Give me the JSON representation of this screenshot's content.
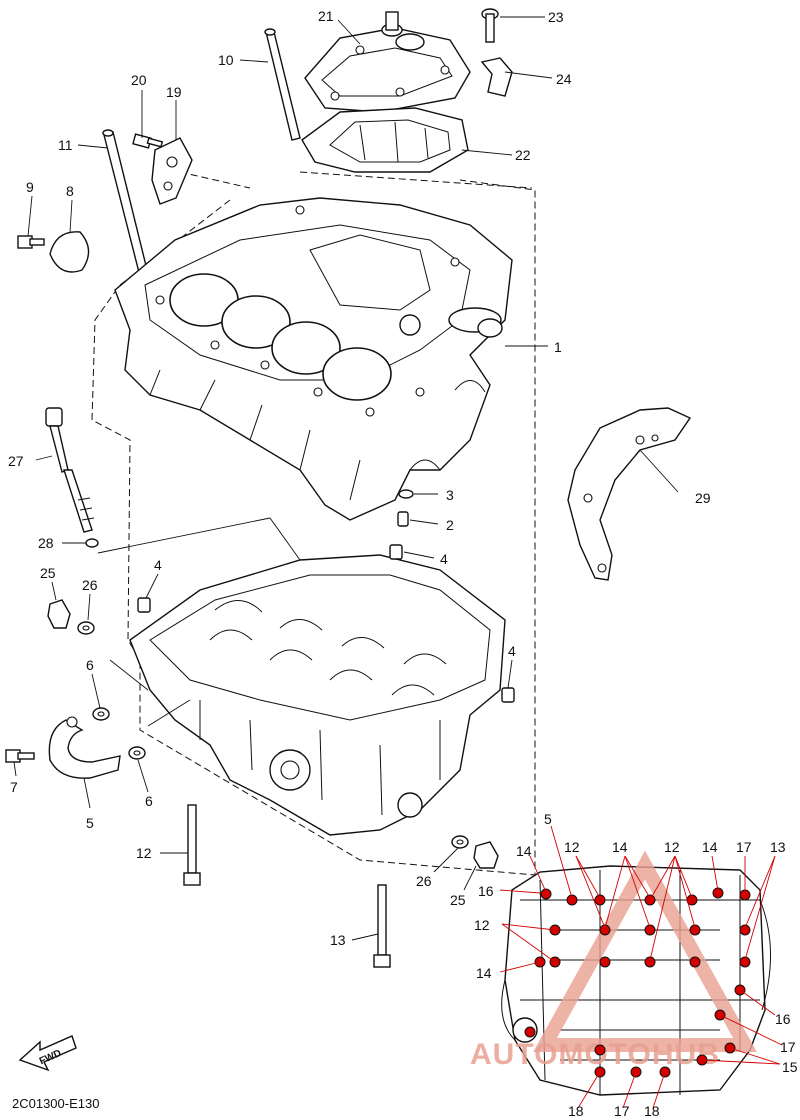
{
  "diagram": {
    "code": "2C01300-E130",
    "fwd_label": "FWD",
    "watermark_text": "AUTOMOTOHUB",
    "colors": {
      "line": "#111111",
      "highlight_bolt": "#d40000",
      "watermark": "#e8a090"
    }
  },
  "callouts": [
    {
      "id": "c21",
      "label": "21"
    },
    {
      "id": "c23",
      "label": "23"
    },
    {
      "id": "c24",
      "label": "24"
    },
    {
      "id": "c10",
      "label": "10"
    },
    {
      "id": "c20",
      "label": "20"
    },
    {
      "id": "c19",
      "label": "19"
    },
    {
      "id": "c22",
      "label": "22"
    },
    {
      "id": "c11",
      "label": "11"
    },
    {
      "id": "c9",
      "label": "9"
    },
    {
      "id": "c8",
      "label": "8"
    },
    {
      "id": "c1",
      "label": "1"
    },
    {
      "id": "c27",
      "label": "27"
    },
    {
      "id": "c29",
      "label": "29"
    },
    {
      "id": "c3",
      "label": "3"
    },
    {
      "id": "c2",
      "label": "2"
    },
    {
      "id": "c28",
      "label": "28"
    },
    {
      "id": "c4a",
      "label": "4"
    },
    {
      "id": "c4b",
      "label": "4"
    },
    {
      "id": "c25a",
      "label": "25"
    },
    {
      "id": "c26a",
      "label": "26"
    },
    {
      "id": "c4c",
      "label": "4"
    },
    {
      "id": "c6a",
      "label": "6"
    },
    {
      "id": "c7",
      "label": "7"
    },
    {
      "id": "c6b",
      "label": "6"
    },
    {
      "id": "c5a",
      "label": "5"
    },
    {
      "id": "c12a",
      "label": "12"
    },
    {
      "id": "c26b",
      "label": "26"
    },
    {
      "id": "c25b",
      "label": "25"
    },
    {
      "id": "c13a",
      "label": "13"
    }
  ],
  "inset_callouts": [
    {
      "id": "i5",
      "label": "5"
    },
    {
      "id": "i14a",
      "label": "14"
    },
    {
      "id": "i12a",
      "label": "12"
    },
    {
      "id": "i14b",
      "label": "14"
    },
    {
      "id": "i12b",
      "label": "12"
    },
    {
      "id": "i14c",
      "label": "14"
    },
    {
      "id": "i17a",
      "label": "17"
    },
    {
      "id": "i13",
      "label": "13"
    },
    {
      "id": "i16a",
      "label": "16"
    },
    {
      "id": "i12c",
      "label": "12"
    },
    {
      "id": "i14d",
      "label": "14"
    },
    {
      "id": "i16b",
      "label": "16"
    },
    {
      "id": "i17b",
      "label": "17"
    },
    {
      "id": "i15",
      "label": "15"
    },
    {
      "id": "i18a",
      "label": "18"
    },
    {
      "id": "i17c",
      "label": "17"
    },
    {
      "id": "i18b",
      "label": "18"
    }
  ]
}
